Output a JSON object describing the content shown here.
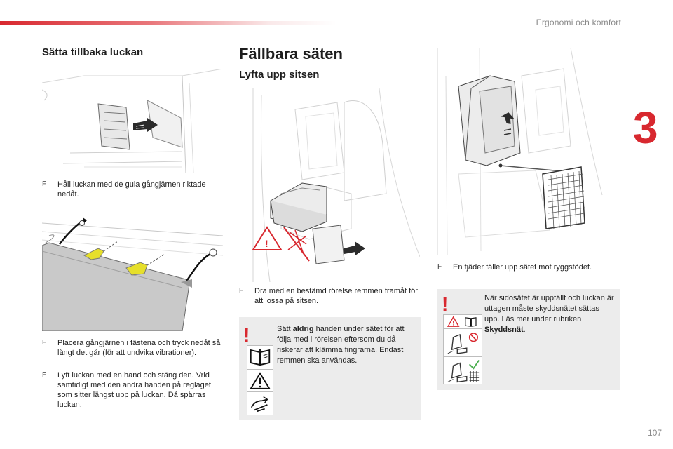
{
  "header": {
    "chapter_title": "Ergonomi och komfort",
    "chapter_number": "3",
    "page_number": "107",
    "accent_color": "#d8282f"
  },
  "left_column": {
    "title": "Sätta tillbaka luckan",
    "step1": "Håll luckan med de gula gångjärnen riktade nedåt.",
    "step2": "Placera gångjärnen i fästena och tryck nedåt så långt det går (för att undvika vibrationer).",
    "step3": "Lyft luckan med en hand och stäng den. Vrid samtidigt med den andra handen på reglaget som sitter längst upp på luckan. Då spärras luckan."
  },
  "middle_column": {
    "title": "Fällbara säten",
    "subtitle": "Lyfta upp sitsen",
    "step1": "Dra med en bestämd rörelse remmen framåt för att lossa på sitsen.",
    "warning": {
      "mark": "!",
      "text_before": "Sätt ",
      "text_bold": "aldrig",
      "text_after": " handen under sätet för att följa med i rörelsen eftersom du då riskerar att klämma fingrarna. Endast remmen ska användas."
    }
  },
  "right_column": {
    "step1": "En fjäder fäller upp sätet mot ryggstödet.",
    "warning": {
      "mark": "!",
      "text_main": "När sidosätet är uppfällt och luckan är uttagen måste skyddsnätet sättas upp. Läs mer under rubriken ",
      "text_bold": "Skyddsnät",
      "text_end": "."
    }
  },
  "bullet_symbol": "F"
}
